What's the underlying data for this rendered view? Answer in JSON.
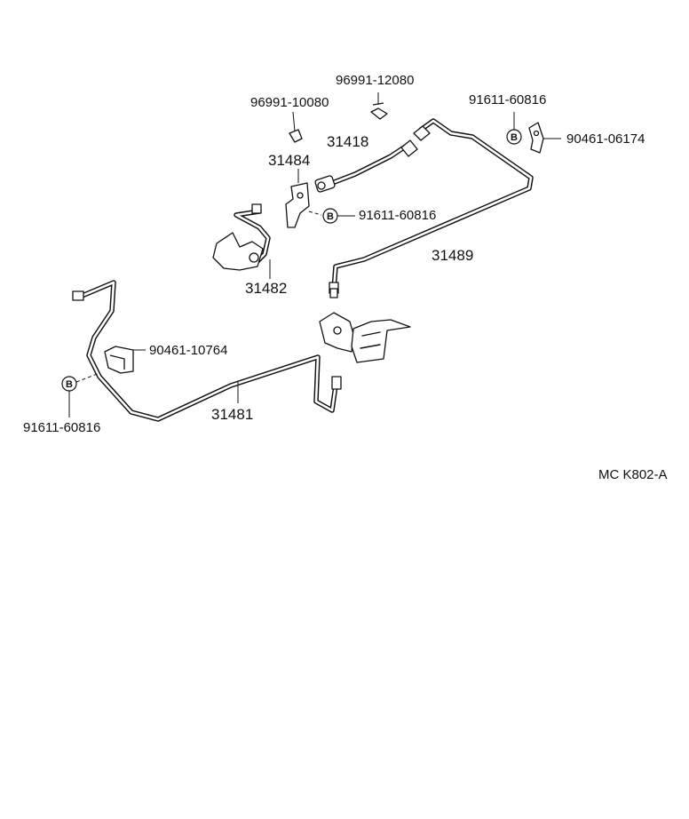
{
  "diagram_code": "MC K802-A",
  "badge_letter": "B",
  "part_numbers": {
    "clip_12080": "96991-12080",
    "clip_10080": "96991-10080",
    "bolt_top_right": "91611-60816",
    "clamp_06174": "90461-06174",
    "hose_31418": "31418",
    "bracket_31484": "31484",
    "bolt_middle": "91611-60816",
    "tube_31489": "31489",
    "tube_31482": "31482",
    "clamp_10764": "90461-10764",
    "tube_31481": "31481",
    "bolt_bottom_left": "91611-60816"
  }
}
